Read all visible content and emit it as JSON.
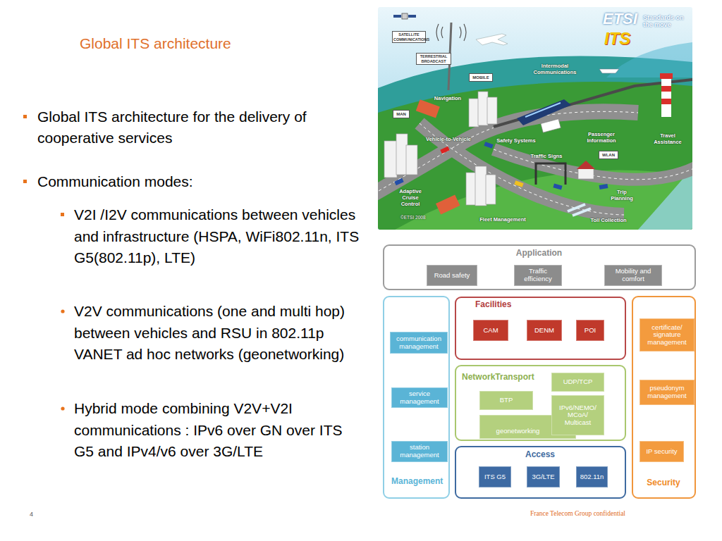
{
  "diagram": {
    "title": "Global ITS architecture",
    "nodes": [
      {
        "text": [
          "Application"
        ]
      },
      {
        "text": [
          "Road safety"
        ],
        "in": 0
      },
      {
        "text": [
          "Traffic efficiency"
        ],
        "in": 0
      },
      {
        "text": [
          "Mobility and comfort"
        ],
        "in": 0
      },
      {
        "text": [
          "Management"
        ]
      },
      {
        "text": [
          "communication management"
        ],
        "in": 4
      },
      {
        "text": [
          "service management"
        ],
        "in": 4
      },
      {
        "text": [
          "station management"
        ],
        "in": 4
      },
      {
        "text": [
          "Facilities"
        ]
      },
      {
        "text": [
          "CAM"
        ],
        "in": 8
      },
      {
        "text": [
          "DENM"
        ],
        "in": 8
      },
      {
        "text": [
          "POI"
        ],
        "in": 8
      },
      {
        "text": [
          "NetworkTransport"
        ]
      },
      {
        "text": [
          "UDP/TCP"
        ],
        "in": 12
      },
      {
        "text": [
          "BTP"
        ],
        "in": 12
      },
      {
        "text": [
          "IPv6/NEMO/ MCoA/ Multicast"
        ],
        "in": 12
      },
      {
        "text": [
          "geonetworking"
        ],
        "in": 12
      },
      {
        "text": [
          "Access"
        ]
      },
      {
        "text": [
          "ITS G5"
        ],
        "in": 17
      },
      {
        "text": [
          "3G/LTE"
        ],
        "in": 17
      },
      {
        "text": [
          "802.11n"
        ],
        "in": 17
      },
      {
        "text": [
          "Security"
        ]
      },
      {
        "text": [
          "certificate/ signature management"
        ],
        "in": 21
      },
      {
        "text": [
          "pseudonym management"
        ],
        "in": 21
      },
      {
        "text": [
          "IP security"
        ],
        "in": 21
      }
    ],
    "labels": [
      "Global ITS architecture for the delivery of cooperative services",
      "Communication modes:",
      "V2I /I2V communications between vehicles and infrastructure (HSPA, WiFi802.11n, ITS G5(802.11p), LTE)",
      "V2V communications (one and multi hop) between vehicles and RSU in 802.11p VANET ad hoc networks (geonetworking)",
      "Hybrid mode combining V2V+V2I communications : IPv6 over GN over ITS G5 and IPv4/v6 over 3G/LTE",
      "ETSI",
      "ITS",
      "Standards on the move",
      "SATELLITE COMMUNICATIONS",
      "TERRESTRIAL BROADCAST",
      "MOBILE",
      "Intermodal Communications",
      "Navigation",
      "MAN",
      "Vehicle-to-Vehicle",
      "Safety Systems",
      "Passenger Information",
      "Travel Assistance",
      "Traffic Signs",
      "WLAN",
      "Adaptive Cruise Control",
      "Trip Planning",
      "©ETSI 2008",
      "Fleet Management",
      "Toll Collection",
      "4",
      "France Telecom Group confidential"
    ]
  }
}
